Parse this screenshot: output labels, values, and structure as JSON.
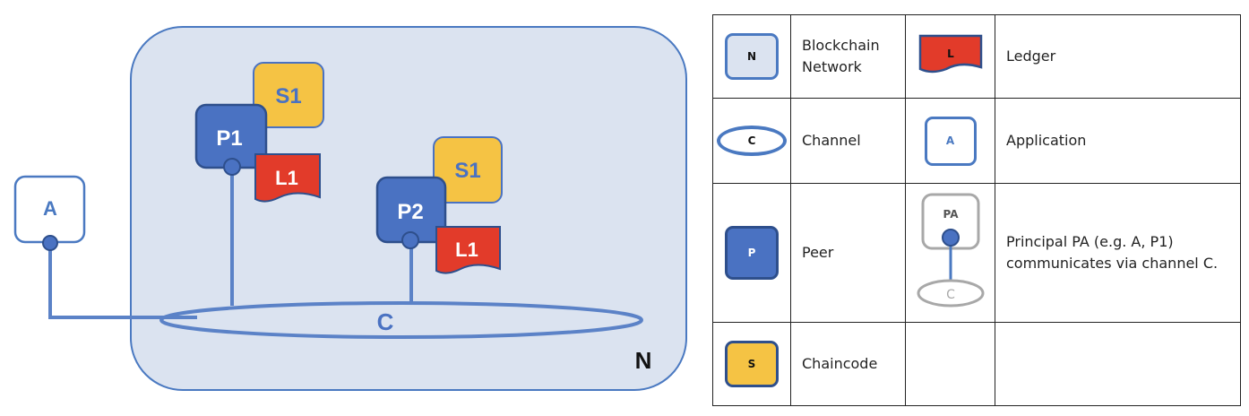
{
  "diagram": {
    "network_label": "N",
    "channel_label": "C",
    "application_label": "A",
    "peer1": {
      "label": "P1",
      "chaincode": "S1",
      "ledger": "L1"
    },
    "peer2": {
      "label": "P2",
      "chaincode": "S1",
      "ledger": "L1"
    }
  },
  "legend": {
    "network": {
      "symbol": "N",
      "text": "Blockchain Network"
    },
    "ledger": {
      "symbol": "L",
      "text": "Ledger"
    },
    "channel": {
      "symbol": "C",
      "text": "Channel"
    },
    "application": {
      "symbol": "A",
      "text": "Application"
    },
    "peer": {
      "symbol": "P",
      "text": "Peer"
    },
    "principal": {
      "symbol": "PA",
      "channel_symbol": "C",
      "text": "Principal PA (e.g. A, P1) communicates via channel C."
    },
    "chaincode": {
      "symbol": "S",
      "text": "Chaincode"
    }
  },
  "colors": {
    "network_fill": "#dbe3f0",
    "network_border": "#4a79c1",
    "peer_fill": "#4a72c2",
    "peer_border": "#2e4f8c",
    "chaincode_fill": "#f5c344",
    "ledger_fill": "#e23b2a",
    "channel_line": "#5b82c7",
    "principal_gray": "#a8a8a8"
  }
}
